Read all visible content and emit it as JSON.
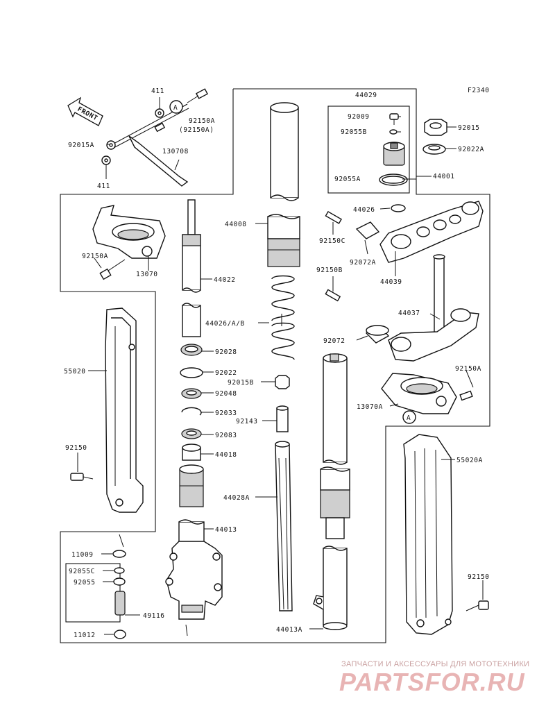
{
  "figure_code": "F2340",
  "front_label": "FRONT",
  "ref_marker": "A",
  "labels": {
    "p411_top": "411",
    "p92150A": "92150A",
    "p92150A_paren": "(92150A)",
    "p92015A": "92015A",
    "p130708": "130708",
    "p411_bot": "411",
    "p44029": "44029",
    "p92009": "92009",
    "p92055B": "92055B",
    "p92055A": "92055A",
    "p92015": "92015",
    "p92022A": "92022A",
    "p44001": "44001",
    "p44008": "44008",
    "p44026": "44026",
    "p92150C": "92150C",
    "p92072A": "92072A",
    "p44039": "44039",
    "p92150A_left": "92150A",
    "p13070": "13070",
    "p44022": "44022",
    "p92150B": "92150B",
    "p44026AB": "44026/A/B",
    "p44037": "44037",
    "p92072": "92072",
    "p92028": "92028",
    "p55020": "55020",
    "p92022": "92022",
    "p92015B": "92015B",
    "p92048": "92048",
    "p92150A_right": "92150A",
    "p13070A": "13070A",
    "p92033": "92033",
    "p92143": "92143",
    "p92083": "92083",
    "p44018": "44018",
    "p92150_left": "92150",
    "p55020A": "55020A",
    "p44028A": "44028A",
    "p44013": "44013",
    "p11009": "11009",
    "p92055C": "92055C",
    "p92055": "92055",
    "p49116": "49116",
    "p11012": "11012",
    "p92150_right": "92150",
    "p44013A": "44013A"
  },
  "watermark": {
    "line": "ЗАПЧАСТИ И АКСЕССУАРЫ ДЛЯ МОТОТЕХНИКИ",
    "logo": "PARTSFOR.RU"
  }
}
